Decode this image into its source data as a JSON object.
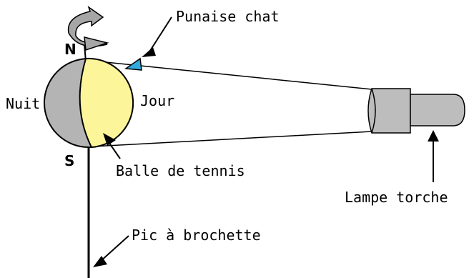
{
  "labels": {
    "north": "N",
    "south": "S",
    "night": "Nuit",
    "day": "Jour",
    "pin": "Punaise chat",
    "ball": "Balle de tennis",
    "lamp": "Lampe torche",
    "skewer": "Pic à brochette"
  },
  "colors": {
    "night_side": "#b4b4b4",
    "day_side": "#fcf59a",
    "lamp": "#bdbdbd",
    "pin": "#33aadd",
    "arrow_band": "#a6a6a6",
    "ink": "#000000"
  }
}
